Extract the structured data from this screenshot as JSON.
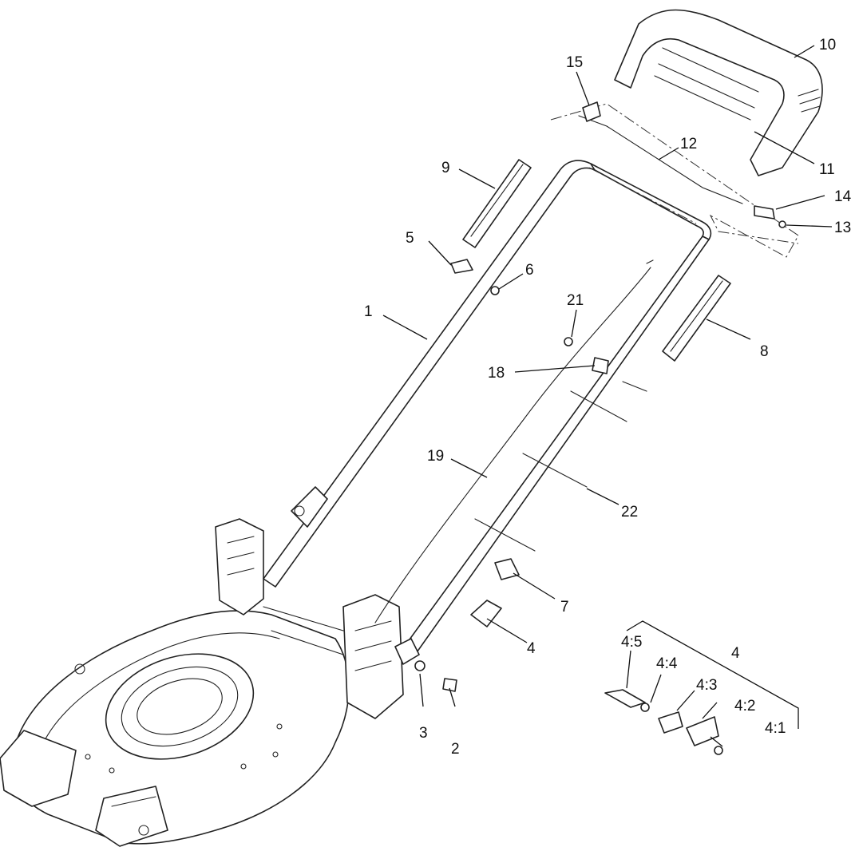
{
  "diagram": {
    "type": "exploded-parts-view",
    "callouts": [
      {
        "id": "c1",
        "label": "1"
      },
      {
        "id": "c2",
        "label": "2"
      },
      {
        "id": "c3",
        "label": "3"
      },
      {
        "id": "c4",
        "label": "4"
      },
      {
        "id": "c4b",
        "label": "4"
      },
      {
        "id": "c4_1",
        "label": "4:1"
      },
      {
        "id": "c4_2",
        "label": "4:2"
      },
      {
        "id": "c4_3",
        "label": "4:3"
      },
      {
        "id": "c4_4",
        "label": "4:4"
      },
      {
        "id": "c4_5",
        "label": "4:5"
      },
      {
        "id": "c5",
        "label": "5"
      },
      {
        "id": "c6",
        "label": "6"
      },
      {
        "id": "c7",
        "label": "7"
      },
      {
        "id": "c8",
        "label": "8"
      },
      {
        "id": "c9",
        "label": "9"
      },
      {
        "id": "c10",
        "label": "10"
      },
      {
        "id": "c11",
        "label": "11"
      },
      {
        "id": "c12",
        "label": "12"
      },
      {
        "id": "c13",
        "label": "13"
      },
      {
        "id": "c14",
        "label": "14"
      },
      {
        "id": "c15",
        "label": "15"
      },
      {
        "id": "c18",
        "label": "18"
      },
      {
        "id": "c19",
        "label": "19"
      },
      {
        "id": "c21",
        "label": "21"
      },
      {
        "id": "c22",
        "label": "22"
      }
    ]
  }
}
